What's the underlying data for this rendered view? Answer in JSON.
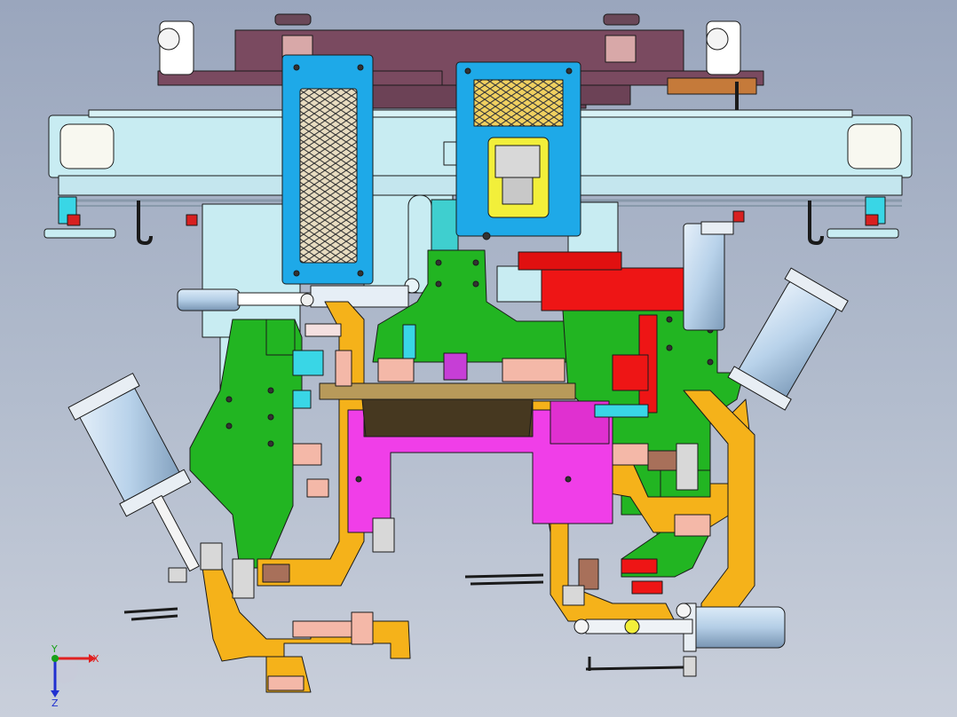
{
  "viewport": {
    "background_top": "#9aa6bd",
    "background_bottom": "#c9cfdb"
  },
  "colors": {
    "outline": "#1a1a1a",
    "beam": "#c8ecf2",
    "top_plate": "#7a4a60",
    "cover_blue": "#1ea9e8",
    "mesh": "#e8dcc0",
    "green": "#22b522",
    "orange": "#f5b21a",
    "magenta": "#f03ee8",
    "red": "#ee1515",
    "pink": "#f4b8a8",
    "cylinder": "#b8d2ea",
    "tan": "#b89a5a",
    "yellow": "#f2ef3a",
    "cyan": "#39d6e6",
    "brown_block": "#a8705a"
  },
  "triad": {
    "x_label": "X",
    "y_label": "Y",
    "z_label": "Z",
    "x_color": "#e02020",
    "y_color": "#18a018",
    "z_color": "#2030d0"
  }
}
